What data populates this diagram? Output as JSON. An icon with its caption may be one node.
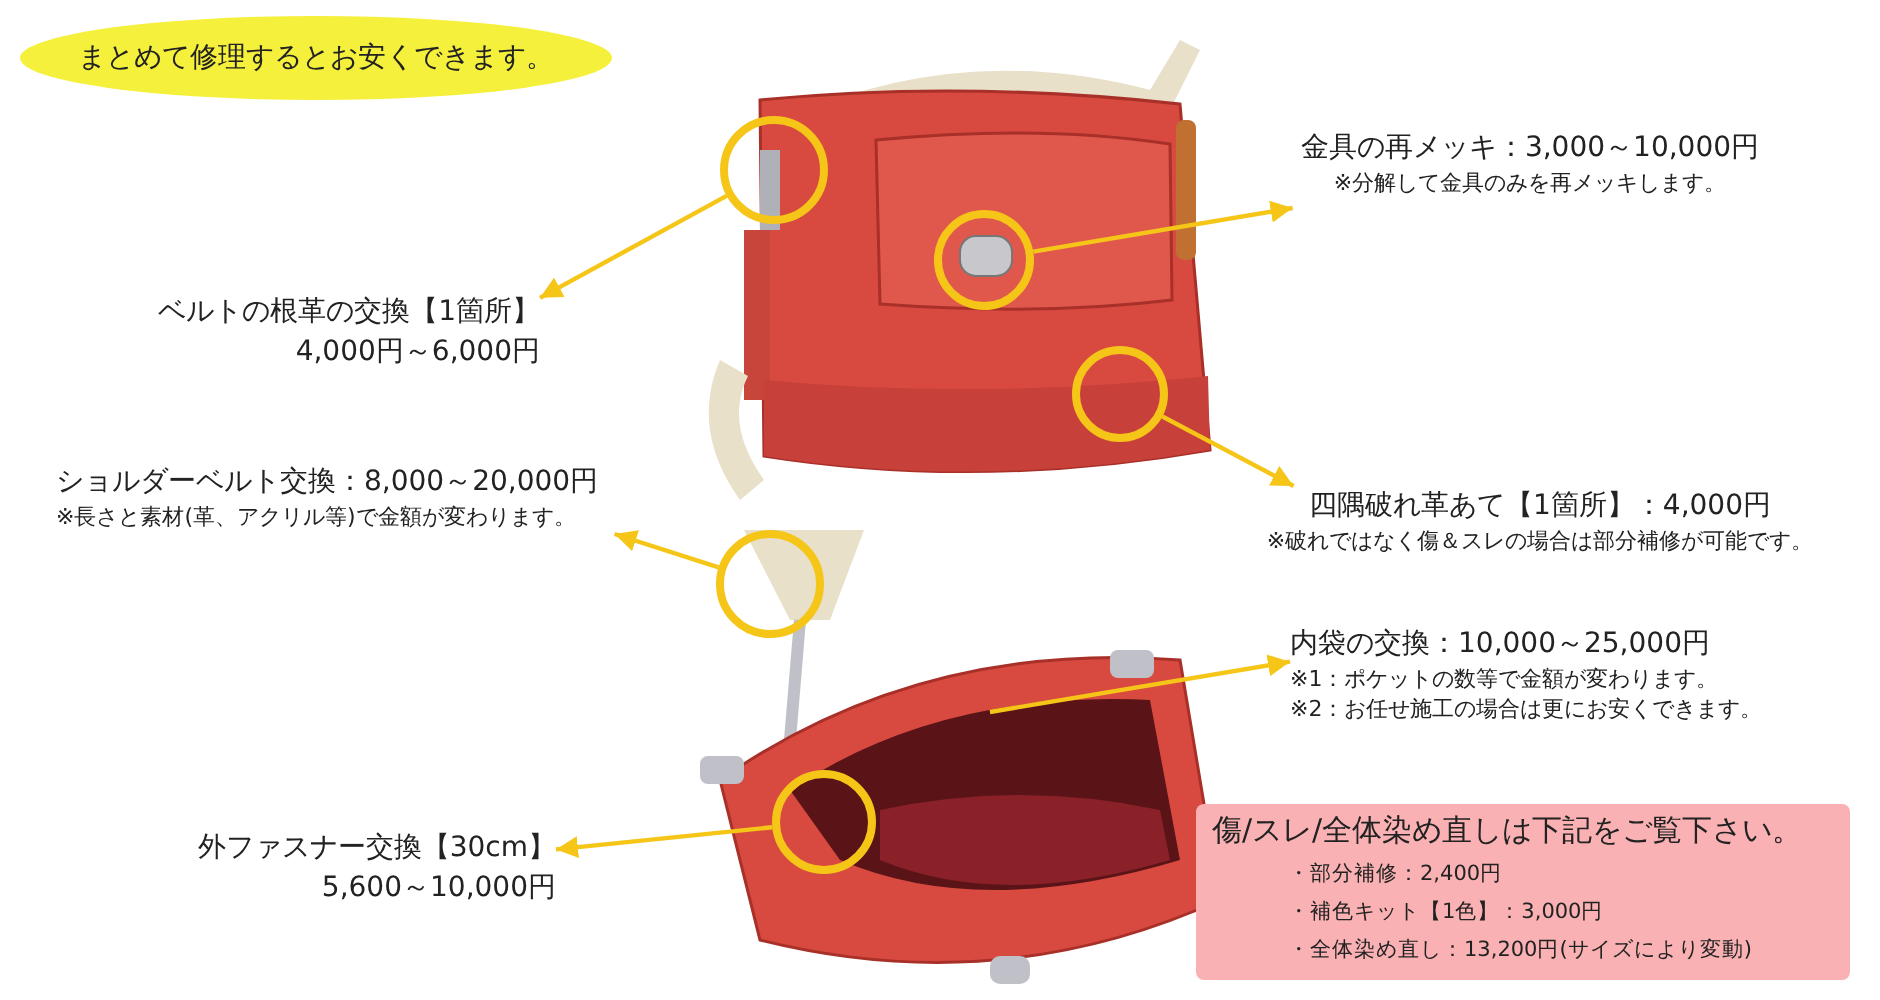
{
  "diagram": {
    "nodes": [
      {
        "text": [
          "まとめて修理するとお安くできます。"
        ]
      },
      {
        "text": [],
        "shape": "circle"
      },
      {
        "text": [
          "金具の再メッキ：3,000～10,000円",
          "※分解して金具のみを再メッキします。"
        ]
      },
      {
        "text": [],
        "shape": "circle"
      },
      {
        "text": [
          "ベルトの根革の交換【1箇所】",
          "4,000円～6,000円"
        ]
      },
      {
        "text": [],
        "shape": "circle"
      },
      {
        "text": [
          "四隅破れ革あて【1箇所】：4,000円",
          "※破れではなく傷＆スレの場合は部分補修が可能です。"
        ]
      },
      {
        "text": [
          "ショルダーベルト交換：8,000～20,000円",
          "※長さと素材(革、アクリル等)で金額が変わります。"
        ]
      },
      {
        "text": [],
        "shape": "circle"
      },
      {
        "text": [
          "内袋の交換：10,000～25,000円",
          "※1：ポケットの数等で金額が変わります。",
          "※2：お任せ施工の場合は更にお安くできます。"
        ]
      },
      {
        "text": [],
        "shape": "circle"
      },
      {
        "text": [
          "外ファスナー交換【30cm】",
          "5,600～10,000円"
        ]
      },
      {
        "text": [
          "傷/スレ/全体染め直しは下記をご覧下さい。",
          "・部分補修：2,400円",
          "・補色キット【1色】：3,000円",
          "・全体染め直し：13,200円(サイズにより変動)"
        ]
      }
    ],
    "edges": [
      {
        "from": 1,
        "to": 4,
        "arrow": "to"
      },
      {
        "from": 3,
        "to": 2,
        "arrow": "to"
      },
      {
        "from": 5,
        "to": 6,
        "arrow": "to"
      },
      {
        "from": 8,
        "to": 7,
        "arrow": "to"
      },
      {
        "from": null,
        "to": 9,
        "arrow": "to"
      },
      {
        "from": 10,
        "to": 11,
        "arrow": "to"
      }
    ]
  }
}
